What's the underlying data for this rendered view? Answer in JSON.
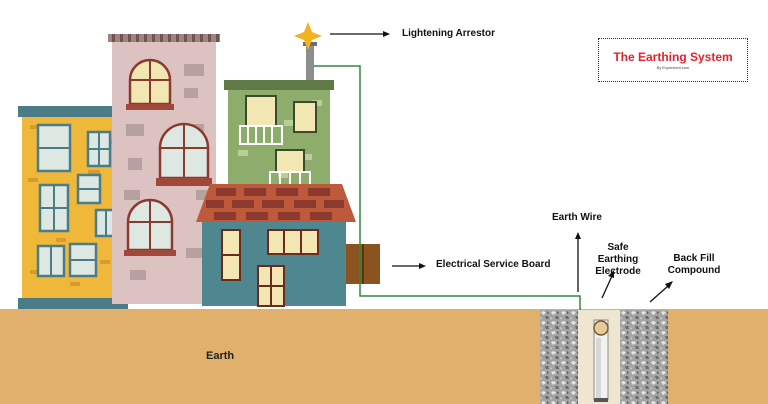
{
  "title": {
    "text": "The Earthing System",
    "credit": "By Expertcivil.com"
  },
  "labels": {
    "arrestor": "Lightening Arrestor",
    "service_board": "Electrical Service Board",
    "earth_wire": "Earth Wire",
    "electrode_line1": "Safe Earthing",
    "electrode_line2": "Electrode",
    "backfill_line1": "Back Fill",
    "backfill_line2": "Compound",
    "earth": "Earth"
  },
  "colors": {
    "ground": "#e2b06d",
    "wire": "#2e8b3c",
    "title_red": "#e8202a",
    "star": "#f4b21d",
    "yellow_building": "#efb83a",
    "pink_building": "#dcc3c2",
    "green_building": "#8ead6d",
    "teal_house": "#4e8790",
    "roof": "#bd5a3b",
    "board": "#8b5320",
    "window_glass": "#dde8e2",
    "window_frame": "#4b7c87"
  }
}
